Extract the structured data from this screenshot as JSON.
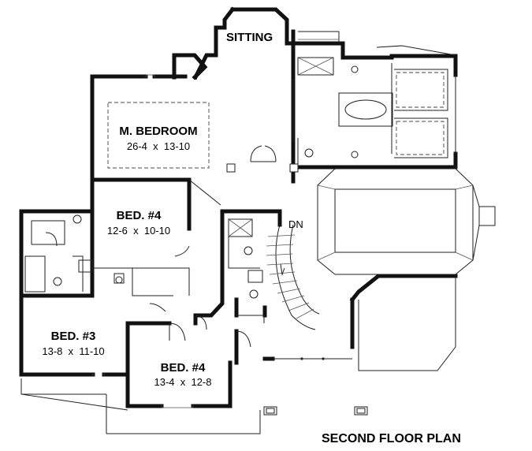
{
  "plan": {
    "title": "SECOND FLOOR PLAN",
    "rooms": [
      {
        "name": "SITTING",
        "dims": ""
      },
      {
        "name": "M. BEDROOM",
        "dims": "26-4  x  13-10"
      },
      {
        "name": "BED. #4",
        "dims": "12-6  x  10-10"
      },
      {
        "name": "BED. #3",
        "dims": "13-8  x  11-10"
      },
      {
        "name": "BED. #4",
        "dims": "13-4  x  12-8"
      }
    ],
    "stair_label": "DN"
  }
}
